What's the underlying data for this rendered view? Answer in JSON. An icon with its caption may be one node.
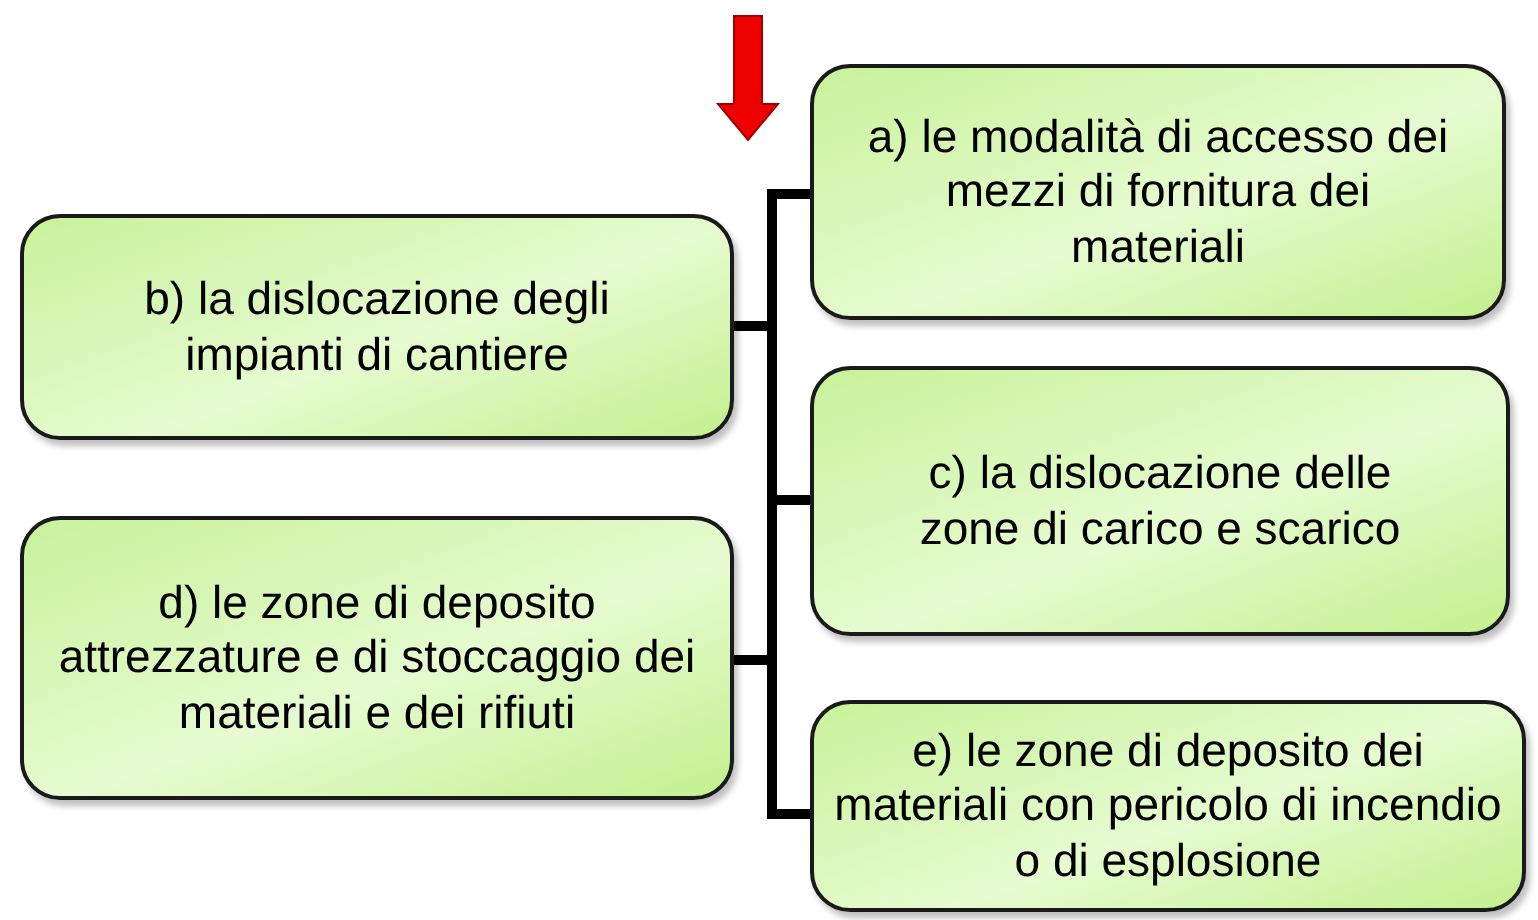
{
  "diagram": {
    "nodes": [
      {
        "text": [
          "a) le modalità di accesso dei  mezzi di fornitura dei materiali"
        ]
      },
      {
        "text": [
          "b) la dislocazione degli impianti di cantiere"
        ]
      },
      {
        "text": [
          "c) la dislocazione delle zone di carico e scarico"
        ]
      },
      {
        "text": [
          "d) le zone di deposito attrezzature e di stoccaggio dei materiali e dei rifiuti"
        ]
      },
      {
        "text": [
          "e) le zone di deposito dei materiali con pericolo di incendio o di esplosione"
        ]
      }
    ],
    "edges": [
      {
        "from": 0,
        "to": 1,
        "arrow": "none"
      },
      {
        "from": 0,
        "to": 2,
        "arrow": "none"
      },
      {
        "from": 0,
        "to": 3,
        "arrow": "none"
      },
      {
        "from": 0,
        "to": 4,
        "arrow": "none"
      }
    ]
  }
}
